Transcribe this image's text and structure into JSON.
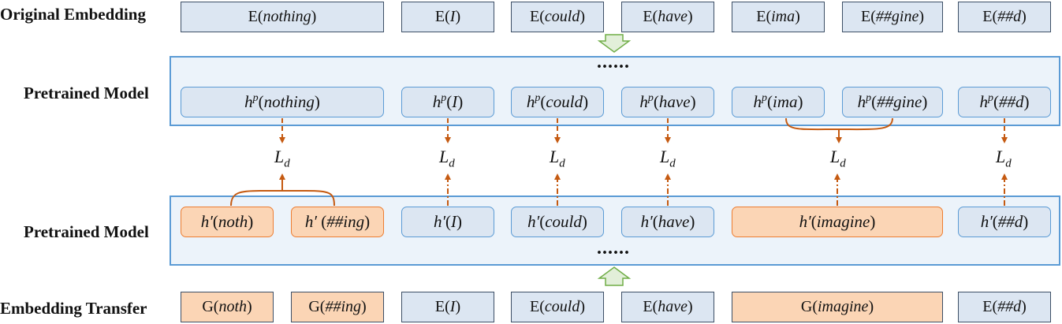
{
  "labels": {
    "original_embedding": "Original Embedding",
    "pretrained_model_top": "Pretrained Model",
    "pretrained_model_bottom": "Pretrained Model",
    "embedding_transfer": "Embedding Transfer"
  },
  "ellipsis": "......",
  "loss": {
    "base": "L",
    "sub": "d"
  },
  "original_embeddings": [
    {
      "fn": "E",
      "arg": "nothing"
    },
    {
      "fn": "E",
      "arg": "I"
    },
    {
      "fn": "E",
      "arg": "could"
    },
    {
      "fn": "E",
      "arg": "have"
    },
    {
      "fn": "E",
      "arg": "ima"
    },
    {
      "fn": "E",
      "arg": "##gine"
    },
    {
      "fn": "E",
      "arg": "##d"
    }
  ],
  "pretrained_hidden": {
    "symbol": "h",
    "sup": "p",
    "args": [
      "nothing",
      "I",
      "could",
      "have",
      "ima",
      "##gine",
      "##d"
    ]
  },
  "transfer_hidden": {
    "symbol": "h′",
    "args": [
      "noth",
      "##ing",
      "I",
      "could",
      "have",
      "imagine",
      "##d"
    ]
  },
  "transfer_embeddings": [
    {
      "fn": "G",
      "arg": "noth"
    },
    {
      "fn": "G",
      "arg": "##ing"
    },
    {
      "fn": "E",
      "arg": "I"
    },
    {
      "fn": "E",
      "arg": "could"
    },
    {
      "fn": "E",
      "arg": "have"
    },
    {
      "fn": "G",
      "arg": "imagine"
    },
    {
      "fn": "E",
      "arg": "##d"
    }
  ],
  "colors": {
    "panel_border": "#5b9bd5",
    "panel_fill": "#ecf3fa",
    "blue_fill": "#dce6f2",
    "orange_fill": "#fbd5b5",
    "arrow": "#c55a11",
    "updown_arrow": "#70ad47"
  }
}
